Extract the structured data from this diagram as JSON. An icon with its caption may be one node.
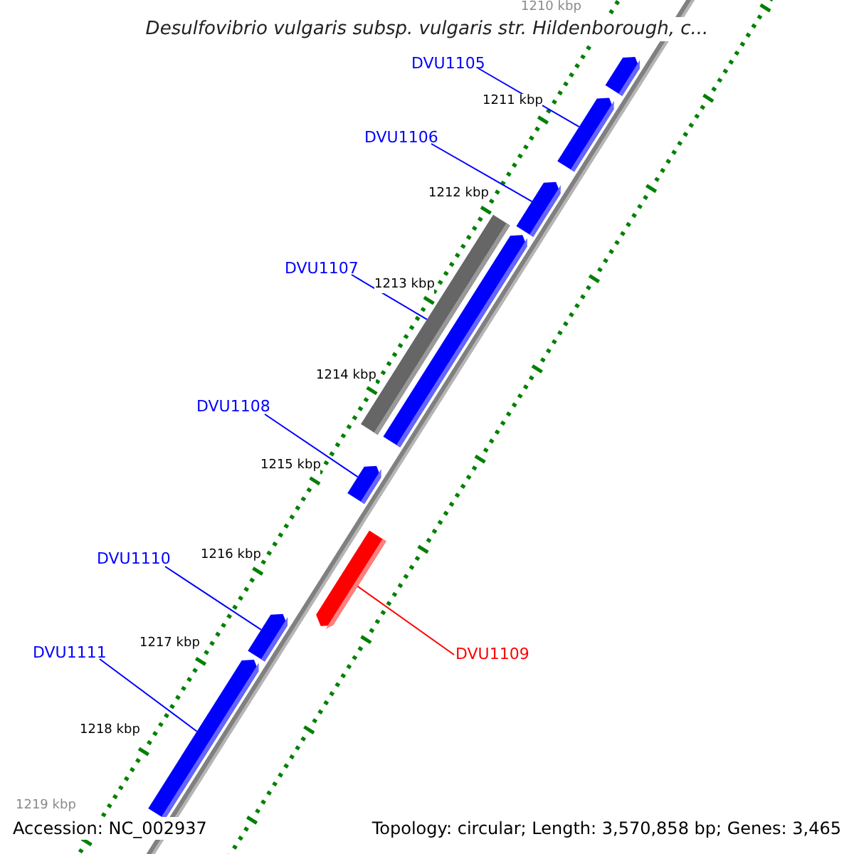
{
  "diagram": {
    "title": "Desulfovibrio vulgaris subsp. vulgaris str. Hildenborough, c...",
    "nodes": [
      {
        "text": [],
        "shape": "arrow"
      },
      {
        "text": [],
        "shape": "arrow"
      },
      {
        "text": [],
        "shape": "arrow"
      },
      {
        "text": [],
        "shape": "bar"
      },
      {
        "text": [],
        "shape": "arrow"
      },
      {
        "text": [],
        "shape": "arrow"
      },
      {
        "text": [],
        "shape": "arrow"
      },
      {
        "text": [],
        "shape": "arrow"
      },
      {
        "text": [],
        "shape": "arrow"
      },
      {
        "text": [
          "DVU1105"
        ]
      },
      {
        "text": [
          "DVU1106"
        ]
      },
      {
        "text": [
          "DVU1107"
        ]
      },
      {
        "text": [
          "DVU1108"
        ]
      },
      {
        "text": [
          "DVU1110"
        ]
      },
      {
        "text": [
          "DVU1111"
        ]
      },
      {
        "text": [
          "DVU1109"
        ]
      }
    ],
    "edges": [
      {
        "from": 9,
        "to": 1,
        "arrow": "none"
      },
      {
        "from": 10,
        "to": 2,
        "arrow": "none"
      },
      {
        "from": 11,
        "to": 3,
        "arrow": "none"
      },
      {
        "from": 12,
        "to": 5,
        "arrow": "none"
      },
      {
        "from": 13,
        "to": 7,
        "arrow": "none"
      },
      {
        "from": 14,
        "to": 8,
        "arrow": "none"
      },
      {
        "from": 15,
        "to": 6,
        "arrow": "none",
        "color": "#ff0000"
      }
    ],
    "labels": [
      "1210 kbp",
      "1211 kbp",
      "1212 kbp",
      "1213 kbp",
      "1214 kbp",
      "1215 kbp",
      "1216 kbp",
      "1217 kbp",
      "1218 kbp",
      "1219 kbp",
      "Accession: NC_002937",
      "Topology: circular; Length: 3,570,858 bp; Genes: 3,465"
    ]
  }
}
